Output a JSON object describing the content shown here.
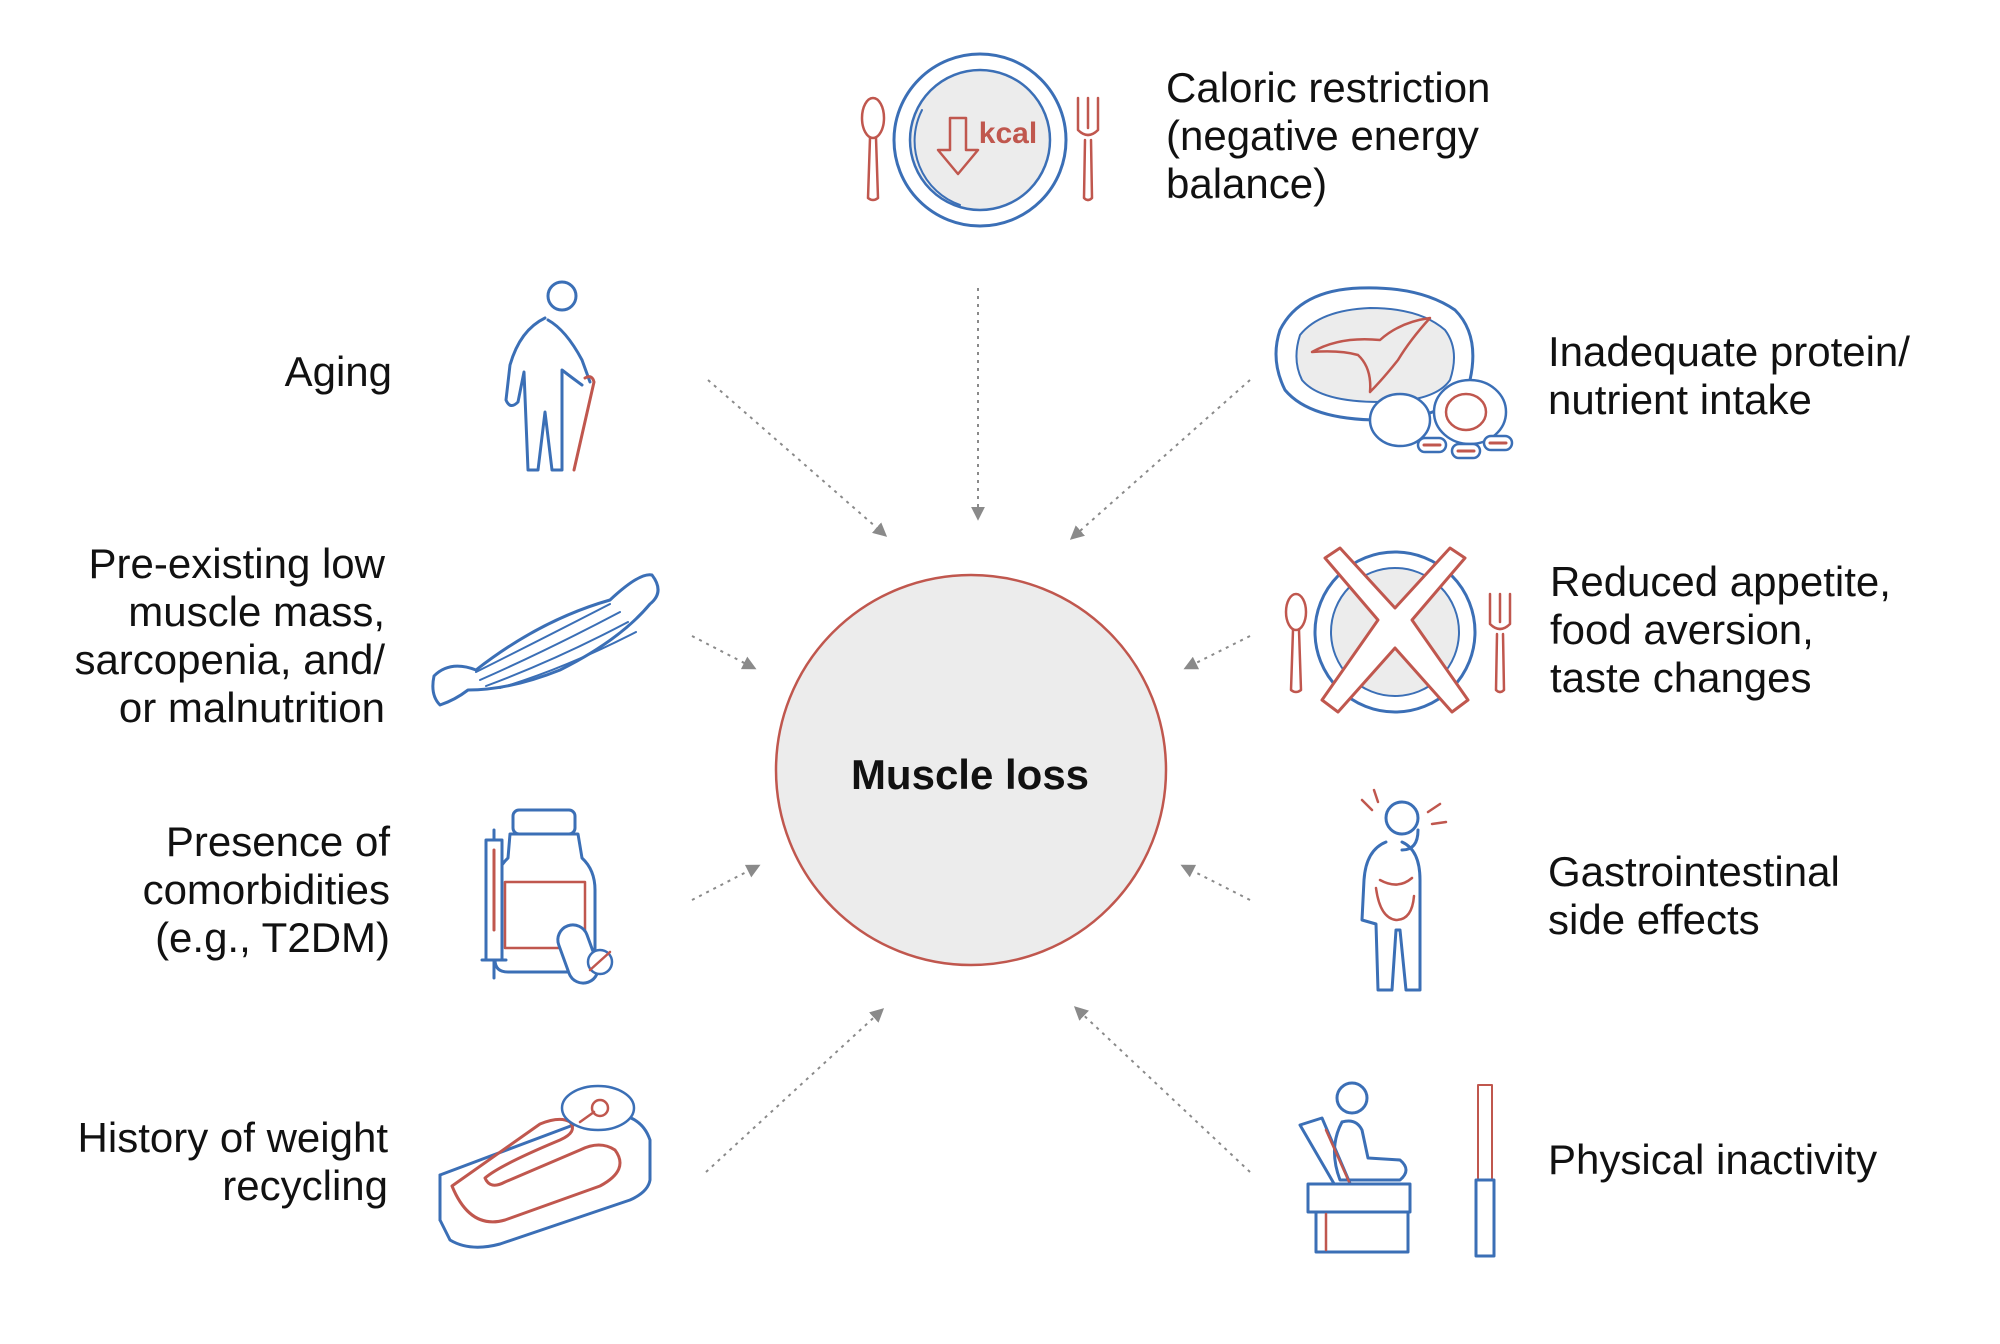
{
  "center": {
    "label": "Muscle loss"
  },
  "factors": [
    {
      "id": "caloric",
      "label": "Caloric restriction\n(negative energy\nbalance)",
      "icon": "plate-kcal-icon",
      "icon_text": "kcal"
    },
    {
      "id": "aging",
      "label": "Aging",
      "icon": "elderly-person-icon"
    },
    {
      "id": "protein",
      "label": "Inadequate protein/\nnutrient intake",
      "icon": "meat-food-icon"
    },
    {
      "id": "sarcopenia",
      "label": "Pre-existing low\nmuscle mass,\nsarcopenia, and/\nor malnutrition",
      "icon": "muscle-icon"
    },
    {
      "id": "appetite",
      "label": "Reduced appetite,\nfood aversion,\ntaste changes",
      "icon": "crossed-plate-icon"
    },
    {
      "id": "comorbid",
      "label": "Presence of\ncomorbidities\n(e.g., T2DM)",
      "icon": "medication-icon"
    },
    {
      "id": "gi",
      "label": "Gastrointestinal\nside effects",
      "icon": "stomach-ache-person-icon"
    },
    {
      "id": "weight",
      "label": "History of weight\nrecycling",
      "icon": "weighing-scale-icon"
    },
    {
      "id": "inactivity",
      "label": "Physical inactivity",
      "icon": "sitting-person-icon"
    }
  ],
  "colors": {
    "blue": "#3b6fb6",
    "red": "#c0574e",
    "gray": "#8a8a8a",
    "circle_fill": "#ececec"
  }
}
